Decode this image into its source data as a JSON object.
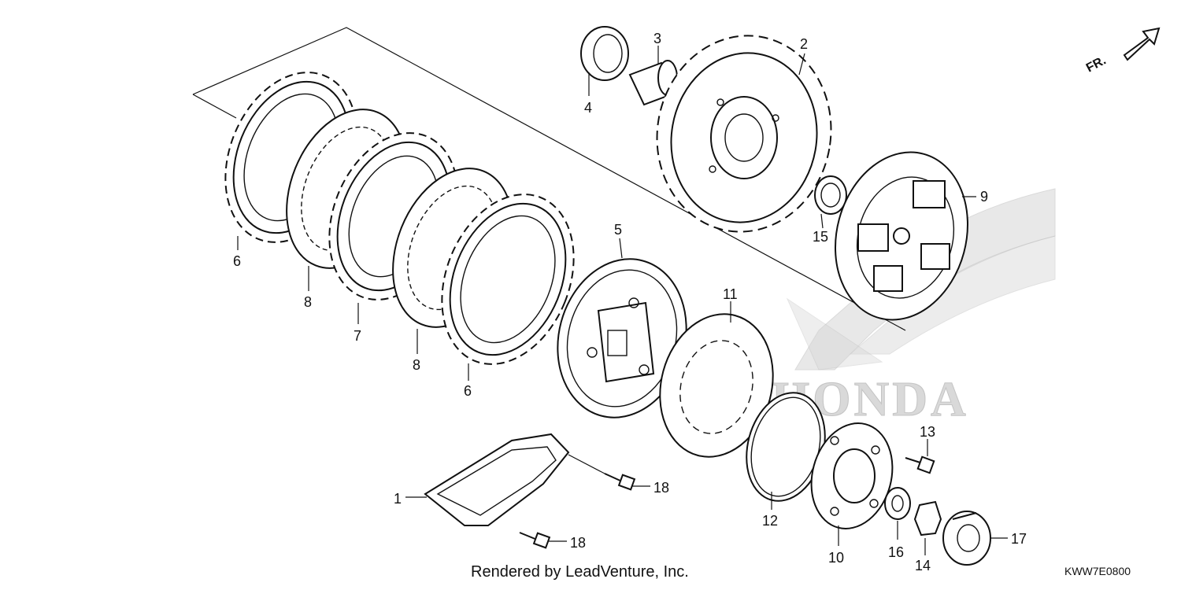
{
  "callouts": {
    "p1": "1",
    "p2": "2",
    "p3": "3",
    "p4": "4",
    "p5": "5",
    "p6a": "6",
    "p6b": "6",
    "p7": "7",
    "p8a": "8",
    "p8b": "8",
    "p9": "9",
    "p10": "10",
    "p11": "11",
    "p12": "12",
    "p13": "13",
    "p14": "14",
    "p15": "15",
    "p16": "16",
    "p17": "17",
    "p18a": "18",
    "p18b": "18"
  },
  "direction_label": "FR.",
  "footer": {
    "credit": "Rendered by LeadVenture, Inc.",
    "diagram_code": "KWW7E0800"
  },
  "watermark": {
    "brand_text": "HONDA",
    "color": "#d6d6d6"
  },
  "colors": {
    "line": "#111111",
    "background": "#ffffff"
  }
}
